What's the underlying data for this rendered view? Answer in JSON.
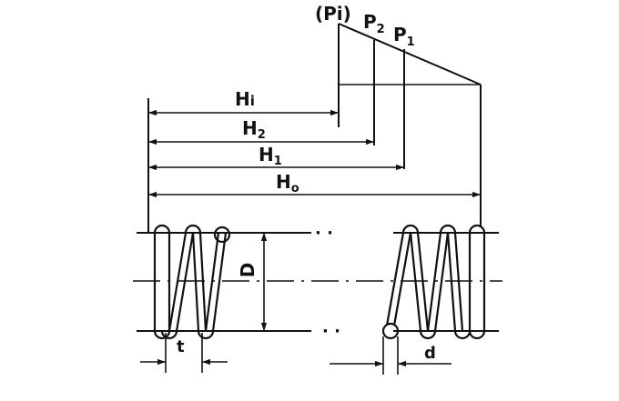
{
  "labels": {
    "pi": "(Pi)",
    "p2_main": "P",
    "p2_sub": "2",
    "p1_main": "P",
    "p1_sub": "1",
    "hi_main": "H",
    "hi_sub": "i",
    "h2_main": "H",
    "h2_sub": "2",
    "h1_main": "H",
    "h1_sub": "1",
    "ho_main": "H",
    "ho_sub": "o",
    "diameter": "D",
    "pitch": "t",
    "wire": "d"
  }
}
